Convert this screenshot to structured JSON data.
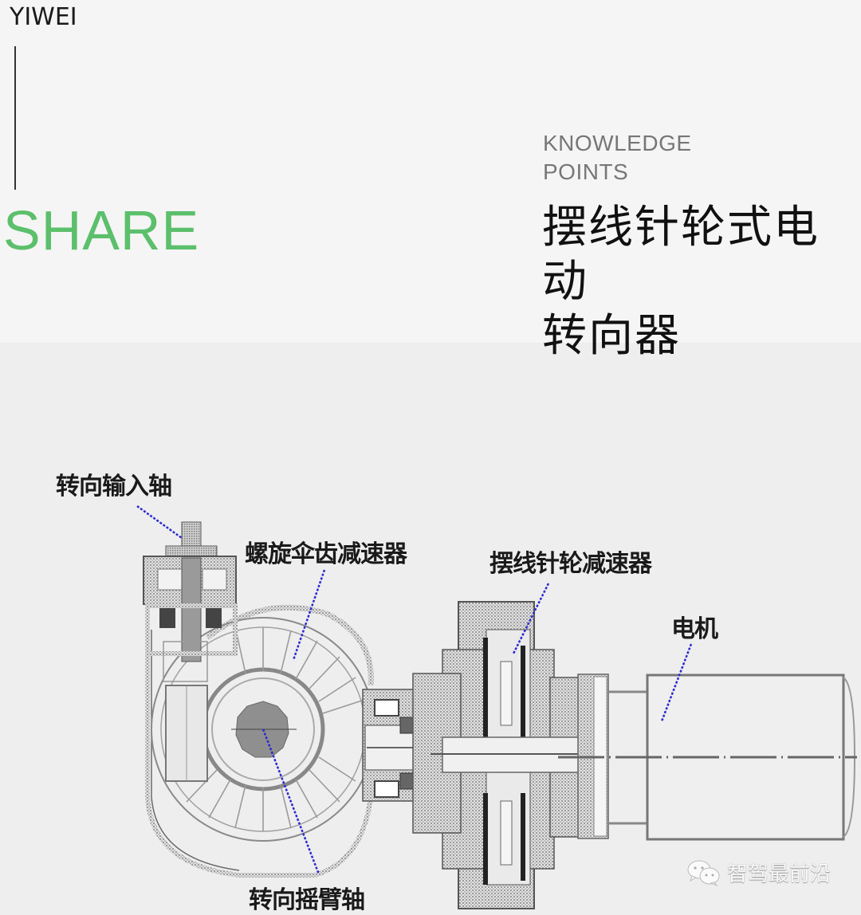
{
  "header": {
    "brand": "YIWEI",
    "section": "SHARE",
    "kicker_line1": "KNOWLEDGE",
    "kicker_line2": "POINTS",
    "title_line1": "摆线针轮式电动",
    "title_line2": "转向器",
    "accent_color": "#5cbf6b"
  },
  "diagram": {
    "labels": {
      "input_shaft": "转向输入轴",
      "bevel_reducer": "螺旋伞齿减速器",
      "cycloid_reducer": "摆线针轮减速器",
      "motor": "电机",
      "pitman_shaft": "转向摇臂轴"
    },
    "leader_color": "#2a2ad0",
    "line_color": "#666666"
  },
  "watermark": {
    "icon": "wechat-icon",
    "text": "智驾最前沿"
  }
}
